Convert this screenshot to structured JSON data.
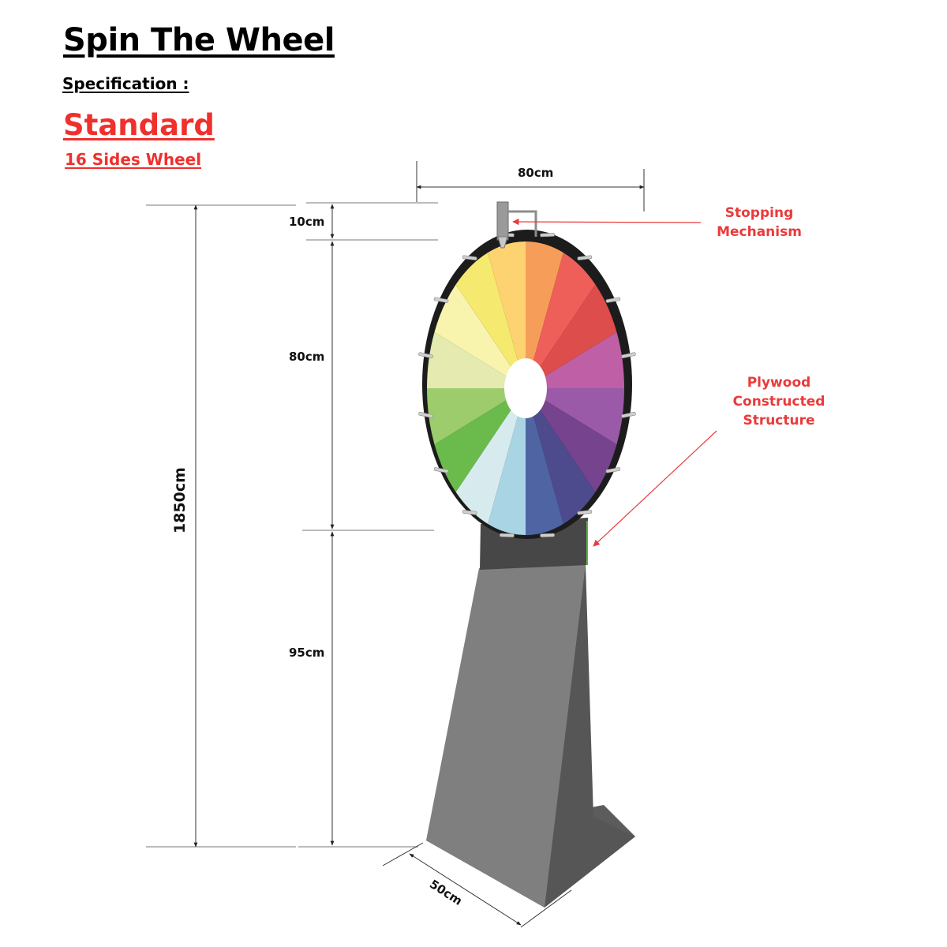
{
  "title": "Spin The Wheel",
  "specification_label": "Specification :",
  "variant": {
    "name": "Standard",
    "subtitle": "16 Sides Wheel"
  },
  "dimensions": {
    "wheel_width": "80cm",
    "stopper_height": "10cm",
    "wheel_height": "80cm",
    "stand_height": "95cm",
    "total_height": "1850cm",
    "base_depth": "50cm"
  },
  "callouts": {
    "stopping_mechanism": [
      "Stopping",
      "Mechanism"
    ],
    "plywood_structure": [
      "Plywood",
      "Constructed",
      "Structure"
    ]
  },
  "wheel": {
    "segments": 16,
    "segment_colors": [
      "#f79d5a",
      "#ef5f5a",
      "#dc4d4b",
      "#bf5fa6",
      "#9a5aa8",
      "#76438e",
      "#4e4a8e",
      "#4f65a3",
      "#a8d4e4",
      "#d7ebee",
      "#6abb4c",
      "#9ccc6c",
      "#e4eab0",
      "#f8f3ad",
      "#f5e96f",
      "#fdd270"
    ],
    "rim_color": "#1c1c1c",
    "hub_color": "#ffffff"
  },
  "colors": {
    "accent_red": "#f0302c",
    "callout_red": "#ea3a3a",
    "stand_front": "#7f7f7f",
    "stand_side": "#565656",
    "stand_neck": "#474747"
  }
}
